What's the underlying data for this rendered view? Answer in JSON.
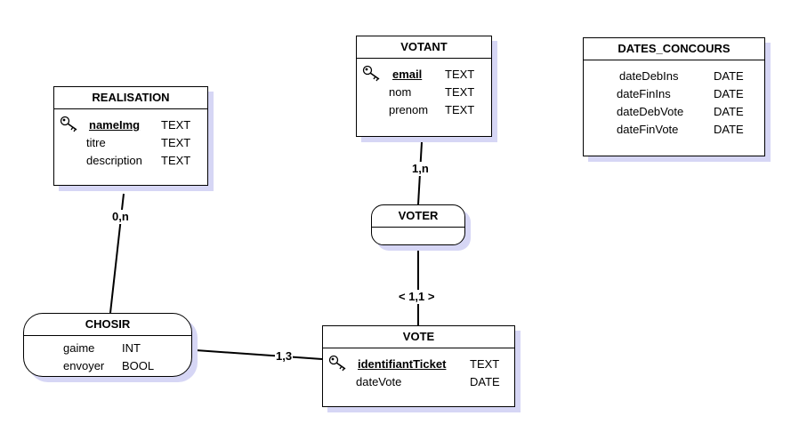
{
  "entities": {
    "realisation": {
      "title": "REALISATION",
      "attributes": [
        {
          "name": "nameImg",
          "type": "TEXT",
          "key": true
        },
        {
          "name": "titre",
          "type": "TEXT"
        },
        {
          "name": "description",
          "type": "TEXT"
        }
      ]
    },
    "votant": {
      "title": "VOTANT",
      "attributes": [
        {
          "name": "email",
          "type": "TEXT",
          "key": true
        },
        {
          "name": "nom",
          "type": "TEXT"
        },
        {
          "name": "prenom",
          "type": "TEXT"
        }
      ]
    },
    "dates_concours": {
      "title": "DATES_CONCOURS",
      "attributes": [
        {
          "name": "dateDebIns",
          "type": "DATE"
        },
        {
          "name": "dateFinIns",
          "type": "DATE"
        },
        {
          "name": "dateDebVote",
          "type": "DATE"
        },
        {
          "name": "dateFinVote",
          "type": "DATE"
        }
      ]
    },
    "vote": {
      "title": "VOTE",
      "attributes": [
        {
          "name": "identifiantTicket",
          "type": "TEXT",
          "key": true
        },
        {
          "name": "dateVote",
          "type": "DATE"
        }
      ]
    }
  },
  "associations": {
    "voter": {
      "title": "VOTER",
      "attributes": []
    },
    "chosir": {
      "title": "CHOSIR",
      "attributes": [
        {
          "name": "gaime",
          "type": "INT"
        },
        {
          "name": "envoyer",
          "type": "BOOL"
        }
      ]
    }
  },
  "cardinalities": {
    "realisation_chosir": "0,n",
    "votant_voter": "1,n",
    "voter_vote": "< 1,1 >",
    "chosir_vote": "1,3"
  },
  "colors": {
    "shadow": "#d6d6f5",
    "line": "#000000",
    "box": "#ffffff"
  }
}
